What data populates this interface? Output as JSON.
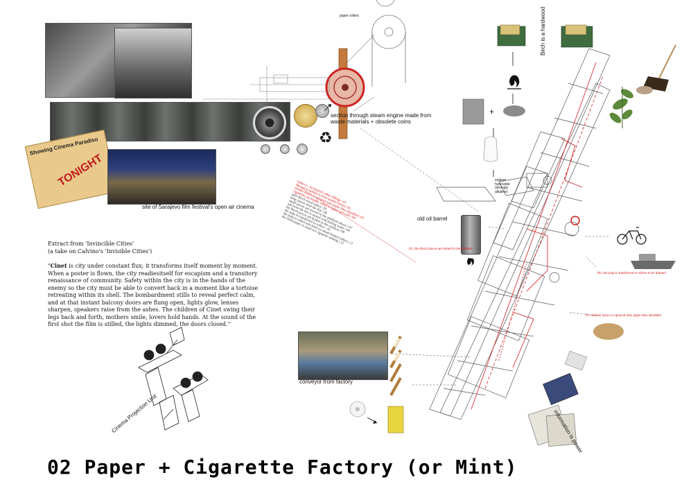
{
  "title": "02 Paper + Cigarette Factory (or Mint)",
  "labels": {
    "paper_rollers": "paper rollers",
    "steam_engine": "section through steam engine made from waste materials + obsolete coins",
    "sarajevo": "site of Sarajevo film festival's open air cinema",
    "oil_barrel": "old oil barrel",
    "sodium": "sodium hydroxide (strongly alkaline)",
    "birch": "Birch is a hardwood",
    "conveyor": "conveyor from factory",
    "projection": "Cinema Projection Unit",
    "information": "information is power"
  },
  "poster": {
    "line1": "Showing Cinema Paradiso",
    "line2": "TONIGHT"
  },
  "extract": {
    "heading": "Extract from 'Invincible Cities'",
    "subheading": "(a take on Calvino's 'Invisible Cities')",
    "lead": "Cinet",
    "body": "is city under constant flux; it transforms itself moment by moment. When a poster is flown, the city readiesitself for escapism and a transitory renaissance of community. Safety within the city is in the hands of the enemy so the city must be able to convert back in a moment like a tortoise retreating within its shell. The bombardment stills to reveal perfect calm, and at that instant balcony doors are flung open, lights glow, lenses sharpen, speakers raise from the ashes. The children of Cinet swing their legs back and forth, mothers smile, lovers hold hands. At the sound of the first shot the film is stilled, the lights dimmed, the doors closed.\""
  },
  "steps": {
    "s01": "01 | mother layers is sprayed onto paper then shredded",
    "s02": "02 | the Birch pieces are boiled in the solution",
    "s06": "06 | the pulp is transferred to rollers to be drained"
  },
  "process_list": [
    "tobacco / newsprint | other fillings | 01",
    "the wet is boiled to form mother layers | 02",
    "mother layers is sprayed onto paper then shredded | 03",
    "cigarettes are finally rolled to paper and sold | 04",
    "split Birch wood enters | 05",
    "large pieces feed the fire | 06",
    "small pieces are moved to the platform above | 07",
    "ash from the fire is mixed with boiling water | 08",
    "the Birch pieces are boiled in the solution | 09",
    "the pulp is transferred to rollers | 10",
    "the pulp is rolled and dried on steam heated rollers | 11",
    "the dried paper is ready for cigarette making | 12"
  ],
  "colors": {
    "accent_red": "#d11a1a",
    "line": "#444444"
  },
  "icons": [
    "recycle-icon",
    "fire-icon",
    "bicycle-icon",
    "boat-icon",
    "broom-icon",
    "plant-icon"
  ]
}
